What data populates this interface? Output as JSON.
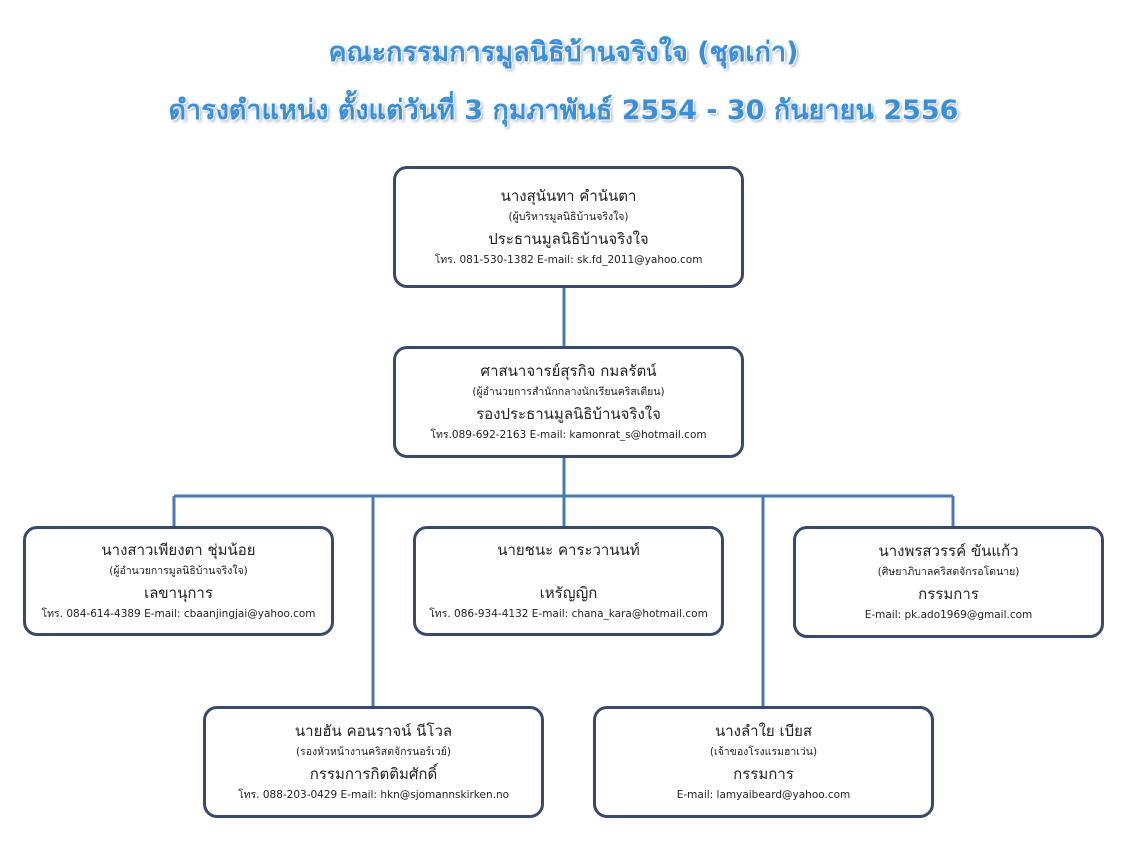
{
  "title": {
    "line1": "คณะกรรมการมูลนิธิบ้านจริงใจ (ชุดเก่า)",
    "line2": "ดำรงตำแหน่ง ตั้งแต่วันที่ 3 กุมภาพันธ์ 2554 - 30 กันยายน 2556"
  },
  "members": {
    "chair": {
      "name": "นางสุนันทา คำนันตา",
      "org": "(ผู้บริหารมูลนิธิบ้านจริงใจ)",
      "role": "ประธานมูลนิธิบ้านจริงใจ",
      "contact": "โทร. 081-530-1382 E-mail: sk.fd_2011@yahoo.com"
    },
    "vice_chair": {
      "name": "ศาสนาจารย์สุรกิจ กมลรัตน์",
      "org": "(ผู้อำนวยการสำนักกลางนักเรียนคริสเตียน)",
      "role": "รองประธานมูลนิธิบ้านจริงใจ",
      "contact": "โทร.089-692-2163 E-mail: kamonrat_s@hotmail.com"
    },
    "secretary": {
      "name": "นางสาวเพียงตา ชุ่มน้อย",
      "org": "(ผู้อำนวยการมูลนิธิบ้านจริงใจ)",
      "role": "เลขานุการ",
      "contact": "โทร. 084-614-4389 E-mail: cbaanjingjai@yahoo.com"
    },
    "treasurer": {
      "name": "นายชนะ คาระวานนท์",
      "role": "เหรัญญิก",
      "contact": "โทร. 086-934-4132 E-mail: chana_kara@hotmail.com"
    },
    "committee_1": {
      "name": "นางพรสวรรค์ ขันแก้ว",
      "org": "(ศิษยาภิบาลคริสตจักรอโดนาย)",
      "role": "กรรมการ",
      "contact": "E-mail: pk.ado1969@gmail.com"
    },
    "honorary": {
      "name": "นายฮัน คอนราจน์ นีโวล",
      "org": "(รองหัวหน้างานคริสตจักรนอร์เวย์)",
      "role": "กรรมการกิตติมศักดิ์",
      "contact": "โทร. 088-203-0429 E-mail: hkn@sjomannskirken.no"
    },
    "committee_2": {
      "name": "นางลำใย เบียส",
      "org": "(เจ้าของโรงแรมฮาเว่น)",
      "role": "กรรมการ",
      "contact": "E-mail: lamyaibeard@yahoo.com"
    }
  },
  "colors": {
    "title": "#3b8fd6",
    "connector": "#4a78b0",
    "box_border": "#374a6b"
  }
}
